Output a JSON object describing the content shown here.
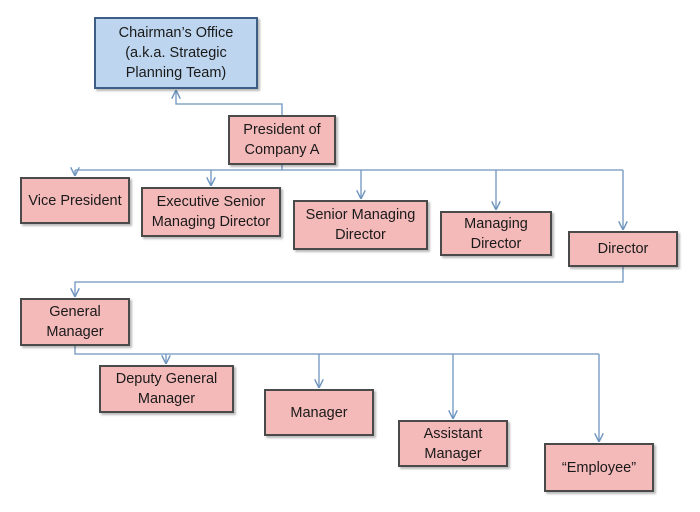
{
  "nodes": {
    "chairman": {
      "lines": [
        "Chairman’s Office",
        "(a.k.a. Strategic",
        "Planning Team)"
      ]
    },
    "president": {
      "lines": [
        "President of",
        "Company A"
      ]
    },
    "vice_president": {
      "lines": [
        "Vice President"
      ]
    },
    "executive_senior_managing_director": {
      "lines": [
        "Executive Senior",
        "Managing Director"
      ]
    },
    "senior_managing_director": {
      "lines": [
        "Senior Managing",
        "Director"
      ]
    },
    "managing_director": {
      "lines": [
        "Managing",
        "Director"
      ]
    },
    "director": {
      "lines": [
        "Director"
      ]
    },
    "general_manager": {
      "lines": [
        "General",
        "Manager"
      ]
    },
    "deputy_general_manager": {
      "lines": [
        "Deputy General",
        "Manager"
      ]
    },
    "manager": {
      "lines": [
        "Manager"
      ]
    },
    "assistant_manager": {
      "lines": [
        "Assistant",
        "Manager"
      ]
    },
    "employee": {
      "lines": [
        "“Employee”"
      ]
    }
  },
  "colors": {
    "top_fill": "#bdd5ee",
    "top_border": "#3d5f86",
    "node_fill": "#f4b9b9",
    "node_border": "#4a4a4a",
    "connector": "#6f95bf"
  }
}
